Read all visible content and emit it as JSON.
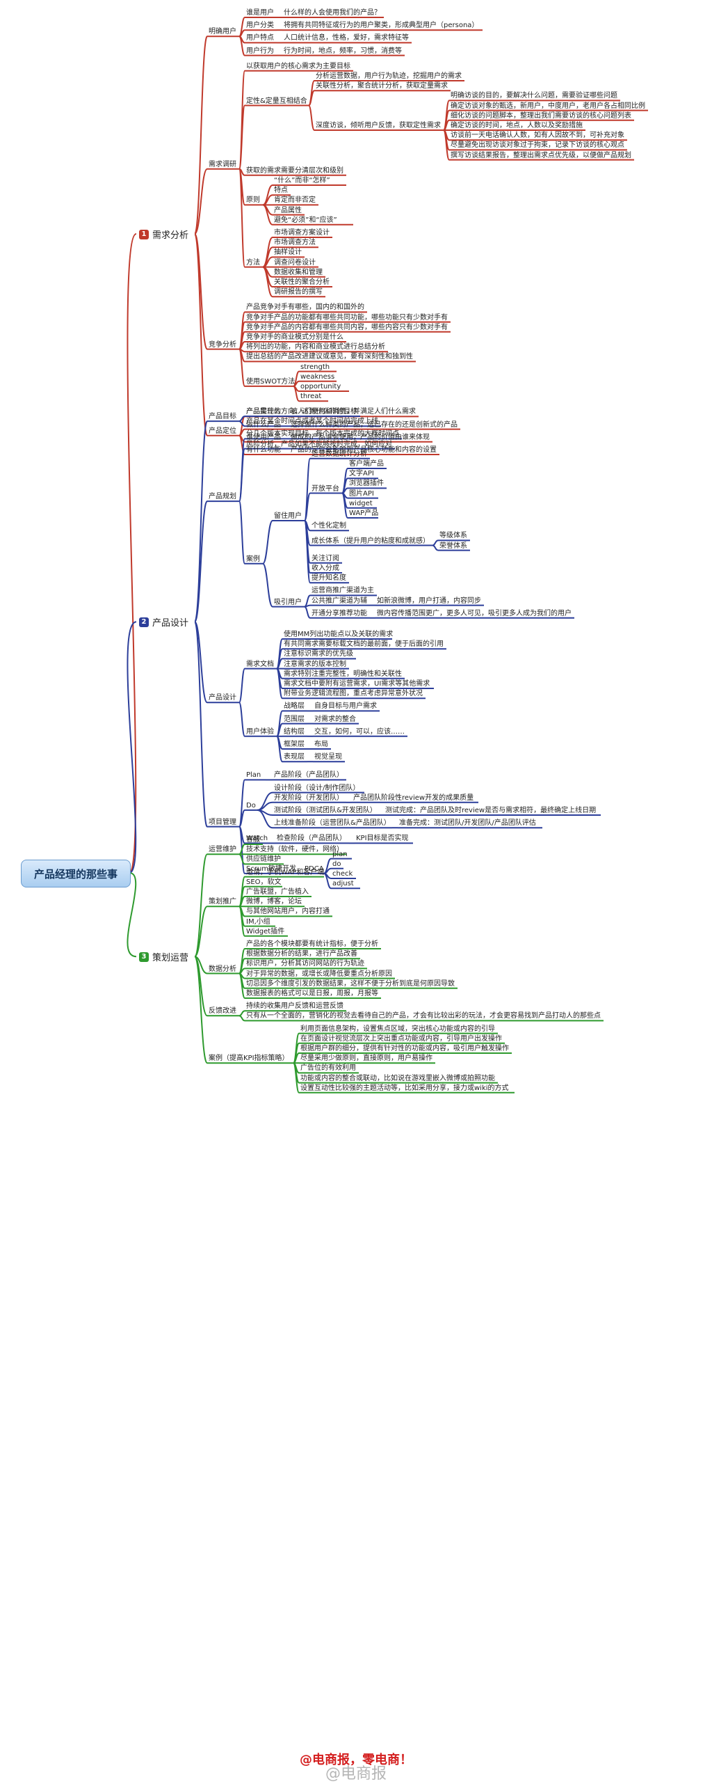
{
  "colors": {
    "analysis": "#c0392b",
    "design": "#2c3e9a",
    "operation": "#2e9a2e",
    "root": "#a9cdf0"
  },
  "root": {
    "label": "产品经理的那些事"
  },
  "branches": [
    {
      "num": "1",
      "label": "需求分析",
      "color": "#c0392b",
      "children": [
        {
          "label": "明确用户",
          "children": [
            {
              "label": "谁是用户",
              "children": [
                {
                  "label": "什么样的人会使用我们的产品？"
                }
              ]
            },
            {
              "label": "用户分类",
              "children": [
                {
                  "label": "将拥有共同特征或行为的用户聚类，形成典型用户（persona）"
                }
              ]
            },
            {
              "label": "用户特点",
              "children": [
                {
                  "label": "人口统计信息，性格，爱好，需求特征等"
                }
              ]
            },
            {
              "label": "用户行为",
              "children": [
                {
                  "label": "行为时间，地点，频率，习惯，消费等"
                }
              ]
            }
          ]
        },
        {
          "label": "需求调研",
          "children": [
            {
              "label": "以获取用户的核心需求为主要目标"
            },
            {
              "label": "定性&定量互相结合",
              "children": [
                {
                  "label": "分析运营数据，用户行为轨迹，挖掘用户的需求"
                },
                {
                  "label": "关联性分析，聚合统计分析，获取定量需求"
                },
                {
                  "label": "深度访谈，倾听用户反馈，获取定性需求",
                  "children": [
                    {
                      "label": "明确访谈的目的，要解决什么问题，需要验证哪些问题"
                    },
                    {
                      "label": "确定访谈对象的甄选，新用户，中度用户，老用户各占相同比例"
                    },
                    {
                      "label": "细化访谈的问题脚本，整理出我们需要访谈的核心问题列表"
                    },
                    {
                      "label": "确定访谈的时间，地点，人数以及奖励措施"
                    },
                    {
                      "label": "访谈前一天电话确认人数，如有人因故不到，可补充对象"
                    },
                    {
                      "label": "尽量避免出现访谈对象过于拘束，记录下访谈的核心观点"
                    },
                    {
                      "label": "撰写访谈结果报告，整理出需求点优先级，以便做产品规划"
                    }
                  ]
                }
              ]
            },
            {
              "label": "获取的需求需要分清层次和级别"
            },
            {
              "label": "原则",
              "children": [
                {
                  "label": "“什么”而非“怎样”"
                },
                {
                  "label": "特点"
                },
                {
                  "label": "肯定而非否定"
                },
                {
                  "label": "产品属性"
                },
                {
                  "label": "避免“必须”和“应该”"
                }
              ]
            },
            {
              "label": "方法",
              "children": [
                {
                  "label": "市场调查方案设计"
                },
                {
                  "label": "市场调查方法"
                },
                {
                  "label": "抽样设计"
                },
                {
                  "label": "调查问卷设计"
                },
                {
                  "label": "数据收集和管理"
                },
                {
                  "label": "关联性的聚合分析"
                },
                {
                  "label": "调研报告的撰写"
                }
              ]
            }
          ]
        },
        {
          "label": "竞争分析",
          "children": [
            {
              "label": "产品竞争对手有哪些，国内的和国外的"
            },
            {
              "label": "竞争对手产品的功能都有哪些共同功能，哪些功能只有少数对手有"
            },
            {
              "label": "竞争对手产品的内容都有哪些共同内容，哪些内容只有少数对手有"
            },
            {
              "label": "竞争对手的商业模式分别是什么"
            },
            {
              "label": "将列出的功能，内容和商业模式进行总结分析"
            },
            {
              "label": "提出总结的产品改进建议或意见，要有深刻性和独到性"
            },
            {
              "label": "使用SWOT方法",
              "children": [
                {
                  "label": "strength"
                },
                {
                  "label": "weakness"
                },
                {
                  "label": "opportunity"
                },
                {
                  "label": "threat"
                }
              ]
            }
          ]
        },
        {
          "label": "产品定位",
          "children": [
            {
              "label": "产品是什么",
              "children": [
                {
                  "label": "被人们使用和消费，并满足人们什么需求"
                }
              ]
            },
            {
              "label": "做什么产品",
              "children": [
                {
                  "label": "选择做什么种类的产品，选已存在的还是创新式的产品"
                }
              ]
            },
            {
              "label": "谁使用产品",
              "children": [
                {
                  "label": "做成的产品谁会使用，产品的价值由谁来体现"
                }
              ]
            },
            {
              "label": "有什么功能",
              "children": [
                {
                  "label": "产品的定位会影响到产品核心功能和内容的设置"
                }
              ]
            }
          ]
        }
      ]
    },
    {
      "num": "2",
      "label": "产品设计",
      "color": "#2c3e9a",
      "children": [
        {
          "label": "产品目标",
          "children": [
            {
              "label": "产品实现的方向，达到什么样的目标"
            },
            {
              "label": "产品在某个时间点或者某个时间前完成上线"
            }
          ]
        },
        {
          "label": "产品规划",
          "children": [
            {
              "label": "分几个版本实现目标，每个版本完成的大概时间点"
            },
            {
              "label": "风险分析，产品如果不能够按时完成，如何应对"
            },
            {
              "label": "案例",
              "children": [
                {
                  "label": "留住用户",
                  "children": [
                    {
                      "label": "运营数据统计分析"
                    },
                    {
                      "label": "开放平台",
                      "children": [
                        {
                          "label": "客户端产品"
                        },
                        {
                          "label": "文字API"
                        },
                        {
                          "label": "浏览器插件"
                        },
                        {
                          "label": "图片API"
                        },
                        {
                          "label": "widget"
                        },
                        {
                          "label": "WAP产品"
                        }
                      ]
                    },
                    {
                      "label": "个性化定制"
                    },
                    {
                      "label": "成长体系（提升用户的粘度和成就感）",
                      "children": [
                        {
                          "label": "等级体系"
                        },
                        {
                          "label": "荣誉体系"
                        }
                      ]
                    },
                    {
                      "label": "关注订阅"
                    },
                    {
                      "label": "收入分成"
                    },
                    {
                      "label": "提升知名度"
                    }
                  ]
                },
                {
                  "label": "吸引用户",
                  "children": [
                    {
                      "label": "运营商推广渠道为主"
                    },
                    {
                      "label": "公共推广渠道为辅",
                      "children": [
                        {
                          "label": "如新浪微博，用户打通，内容同步"
                        }
                      ]
                    },
                    {
                      "label": "开通分享推荐功能",
                      "children": [
                        {
                          "label": "微内容传播范围更广，更多人可见，吸引更多人成为我们的用户"
                        }
                      ]
                    }
                  ]
                }
              ]
            }
          ]
        },
        {
          "label": "产品设计",
          "children": [
            {
              "label": "需求文档",
              "children": [
                {
                  "label": "使用MM列出功能点以及关联的需求"
                },
                {
                  "label": "有共同需求需要标载文档的最前面，便于后面的引用"
                },
                {
                  "label": "注意标识需求的优先级"
                },
                {
                  "label": "注意需求的版本控制"
                },
                {
                  "label": "需求特别注重完整性，明确性和关联性"
                },
                {
                  "label": "需求文档中要附有运营需求，UI需求等其他需求"
                },
                {
                  "label": "附带业务逻辑流程图，重点考虑异常意外状况"
                }
              ]
            },
            {
              "label": "用户体验",
              "children": [
                {
                  "label": "战略层",
                  "children": [
                    {
                      "label": "自身目标与用户需求"
                    }
                  ]
                },
                {
                  "label": "范围层",
                  "children": [
                    {
                      "label": "对需求的整合"
                    }
                  ]
                },
                {
                  "label": "结构层",
                  "children": [
                    {
                      "label": "交互，如何，可以，应该……"
                    }
                  ]
                },
                {
                  "label": "框架层",
                  "children": [
                    {
                      "label": "布局"
                    }
                  ]
                },
                {
                  "label": "表现层",
                  "children": [
                    {
                      "label": "视觉呈现"
                    }
                  ]
                }
              ]
            }
          ]
        },
        {
          "label": "项目管理",
          "children": [
            {
              "label": "Plan",
              "children": [
                {
                  "label": "产品阶段（产品团队）"
                }
              ]
            },
            {
              "label": "Do",
              "children": [
                {
                  "label": "设计阶段（设计/制作团队）"
                },
                {
                  "label": "开发阶段（开发团队）",
                  "children": [
                    {
                      "label": "产品团队阶段性review开发的成果质量"
                    }
                  ]
                },
                {
                  "label": "测试阶段（测试团队&开发团队）",
                  "children": [
                    {
                      "label": "测试完成：产品团队及时review是否与需求相符，最终确定上线日期"
                    }
                  ]
                },
                {
                  "label": "上线准备阶段（运营团队&产品团队）",
                  "children": [
                    {
                      "label": "准备完成：测试团队/开发团队/产品团队评估"
                    }
                  ]
                }
              ]
            },
            {
              "label": "Watch",
              "children": [
                {
                  "label": "检查阶段（产品团队）",
                  "children": [
                    {
                      "label": "KPI目标是否实现"
                    }
                  ]
                }
              ]
            },
            {
              "label": "Scrum敏捷开发",
              "children": [
                {
                  "label": "PDCA",
                  "children": [
                    {
                      "label": "plan"
                    },
                    {
                      "label": "do"
                    },
                    {
                      "label": "check"
                    },
                    {
                      "label": "adjust"
                    }
                  ]
                }
              ]
            }
          ]
        }
      ]
    },
    {
      "num": "3",
      "label": "策划运营",
      "color": "#2e9a2e",
      "children": [
        {
          "label": "运营维护",
          "children": [
            {
              "label": "客服"
            },
            {
              "label": "技术支持（软件，硬件，网络）"
            },
            {
              "label": "供应链维护"
            }
          ]
        },
        {
          "label": "策划推广",
          "children": [
            {
              "label": "邀请，手机WAP和客户端"
            },
            {
              "label": "SEO，软文"
            },
            {
              "label": "广告联盟，广告植入"
            },
            {
              "label": "微博，博客，论坛"
            },
            {
              "label": "与其他网站用户，内容打通"
            },
            {
              "label": "IM,小组"
            },
            {
              "label": "Widget插件"
            }
          ]
        },
        {
          "label": "数据分析",
          "children": [
            {
              "label": "产品的各个模块都要有统计指标，便于分析"
            },
            {
              "label": "根据数据分析的结果，进行产品改善"
            },
            {
              "label": "标识用户，分析其访问网站的行为轨迹"
            },
            {
              "label": "对于异常的数据，或增长或降低要重点分析原因"
            },
            {
              "label": "切忌因多个维度引发的数据结果，这样不便于分析到底是何原因导致"
            },
            {
              "label": "数据报表的格式可以是日报，周报，月报等"
            }
          ]
        },
        {
          "label": "反馈改进",
          "children": [
            {
              "label": "持续的收集用户反馈和运营反馈"
            },
            {
              "label": "只有从一个全面的，营销化的视觉去看待自己的产品，才会有比较出彩的玩法，才会更容易找到产品打动人的那些点"
            }
          ]
        },
        {
          "label": "案例（提高KPI指标策略）",
          "children": [
            {
              "label": "利用页面信息架构，设置焦点区域，突出核心功能或内容的引导"
            },
            {
              "label": "在页面设计视觉流层次上突出重点功能或内容，引导用户出发操作"
            },
            {
              "label": "根据用户群的细分，提供有针对性的功能或内容，吸引用户触发操作"
            },
            {
              "label": "尽量采用少做原则，直接原则，用户易操作"
            },
            {
              "label": "广告位的有效利用"
            },
            {
              "label": "功能或内容的整合或联动，比如说在游戏里嵌入微博或拍照功能"
            },
            {
              "label": "设置互动性比较强的主题活动等，比如采用分享，接力或wiki的方式"
            }
          ]
        }
      ]
    }
  ],
  "footer": {
    "text": "@电商报，零电商！",
    "watermark": "@电商报"
  }
}
